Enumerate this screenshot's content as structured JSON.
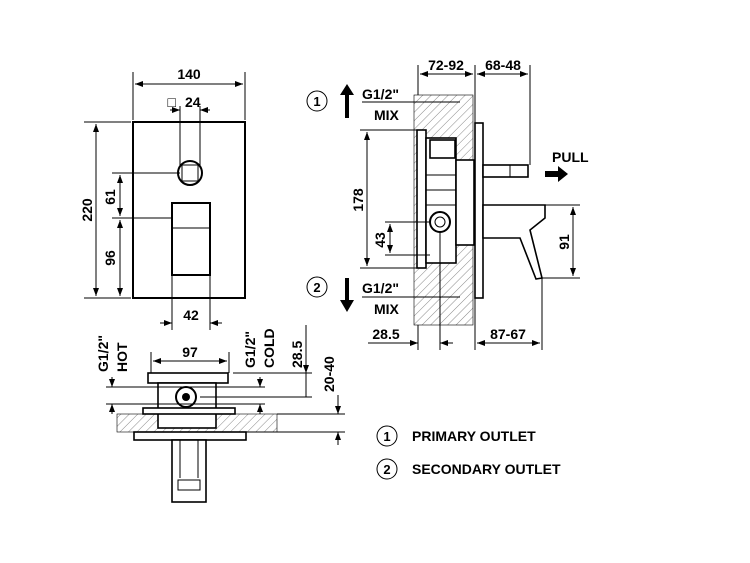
{
  "front_view": {
    "width": "140",
    "square": "24",
    "height": "220",
    "upper": "61",
    "lower": "96",
    "lever_width": "42",
    "square_symbol": "□"
  },
  "bottom_view": {
    "width": "97",
    "hot_thread": "G1/2\"",
    "hot_label": "HOT",
    "cold_thread": "G1/2\"",
    "cold_label": "COLD",
    "offset": "28.5",
    "wall_depth": "20-40"
  },
  "side_view": {
    "depth_a": "72-92",
    "depth_b": "68-48",
    "height": "178",
    "center": "43",
    "lever_height": "91",
    "outlet_offset": "28.5",
    "projection": "87-67",
    "pull_label": "PULL",
    "outlet1": {
      "number": "1",
      "thread": "G1/2\"",
      "label": "MIX"
    },
    "outlet2": {
      "number": "2",
      "thread": "G1/2\"",
      "label": "MIX"
    }
  },
  "legend": [
    {
      "number": "1",
      "label": "PRIMARY OUTLET"
    },
    {
      "number": "2",
      "label": "SECONDARY OUTLET"
    }
  ]
}
